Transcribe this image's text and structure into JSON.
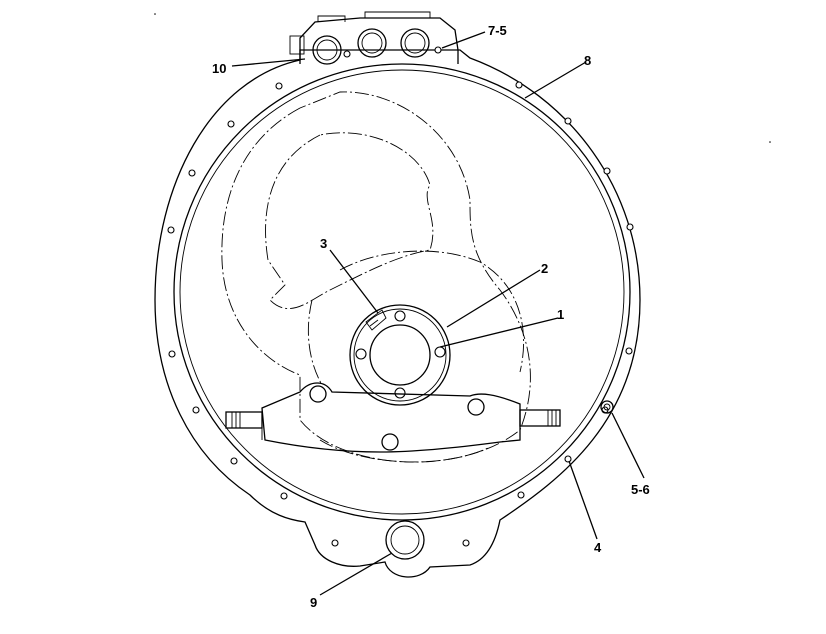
{
  "diagram": {
    "type": "technical line drawing",
    "callouts": [
      "1",
      "2",
      "3",
      "4",
      "5-6",
      "7-5",
      "8",
      "9",
      "10"
    ]
  }
}
